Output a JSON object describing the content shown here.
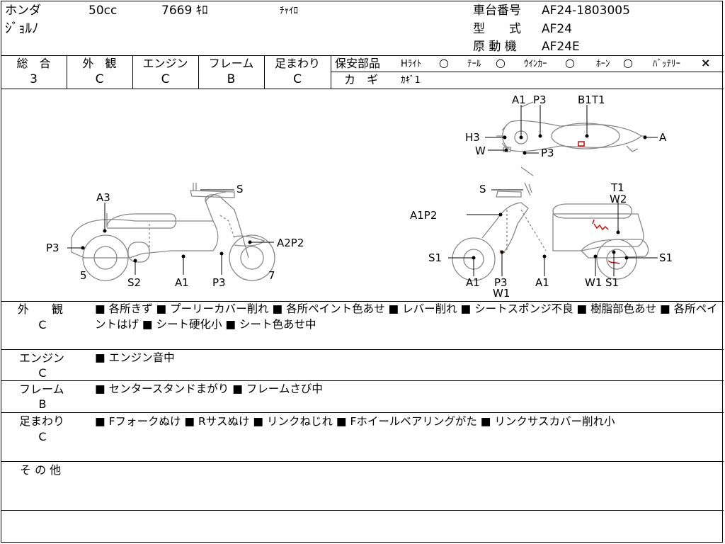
{
  "header": {
    "maker": "ホンダ",
    "cc": "50cc",
    "mileage": "7669 ｷﾛ",
    "color": "ﾁｬｲﾛ",
    "model_name": "ｼﾞｮﾙﾉ",
    "frame_no_label": "車台番号",
    "frame_no": "AF24-1803005",
    "type_label": "型　　式",
    "type": "AF24",
    "engine_label": "原 動 機",
    "engine": "AF24E"
  },
  "ratings": [
    {
      "label": "総　合",
      "value": "3"
    },
    {
      "label": "外　観",
      "value": "C"
    },
    {
      "label": "エンジン",
      "value": "C"
    },
    {
      "label": "フレーム",
      "value": "B"
    },
    {
      "label": "足まわり",
      "value": "C"
    }
  ],
  "safety": {
    "label": "保安部品",
    "items": [
      {
        "name": "Hﾗｲﾄ",
        "mark": "○"
      },
      {
        "name": "ﾃｰﾙ",
        "mark": "○"
      },
      {
        "name": "ｳｲﾝｶｰ",
        "mark": "○"
      },
      {
        "name": "ﾎｰﾝ",
        "mark": "○"
      },
      {
        "name": "ﾊﾞｯﾃﾘｰ",
        "mark": "×"
      }
    ],
    "key_label": "カ　ギ",
    "key_value": "ｶｷﾞ1"
  },
  "diagram": {
    "left_labels": [
      "S",
      "A3",
      "P3",
      "A2P2",
      "5",
      "S2",
      "A1",
      "P3",
      "7"
    ],
    "right_labels": [
      "S",
      "T1",
      "W2",
      "A1P2",
      "S1",
      "S1",
      "A1",
      "P3",
      "W1",
      "A1",
      "W1",
      "S1"
    ],
    "top_labels": [
      "A1",
      "P3",
      "B1T1",
      "H3",
      "A",
      "W",
      "P3"
    ]
  },
  "sections": [
    {
      "title": "外　　観",
      "grade": "C",
      "text": "■ 各所きず ■ プーリーカバー削れ ■ 各所ペイント色あせ ■ レバー削れ ■ シートスポンジ不良 ■ 樹脂部色あせ ■ 各所ペイントはげ ■ シート硬化小 ■ シート色あせ中"
    },
    {
      "title": "エンジン",
      "grade": "C",
      "text": "■ エンジン音中"
    },
    {
      "title": "フレーム",
      "grade": "B",
      "text": "■ センタースタンドまがり ■ フレームさび中"
    },
    {
      "title": "足まわり",
      "grade": "C",
      "text": "■ Fフォークぬけ ■ Rサスぬけ ■ リンクねじれ ■ Fホイールベアリングがた ■ リンクサスカバー削れ小"
    },
    {
      "title": "そ の 他",
      "grade": "",
      "text": ""
    }
  ]
}
